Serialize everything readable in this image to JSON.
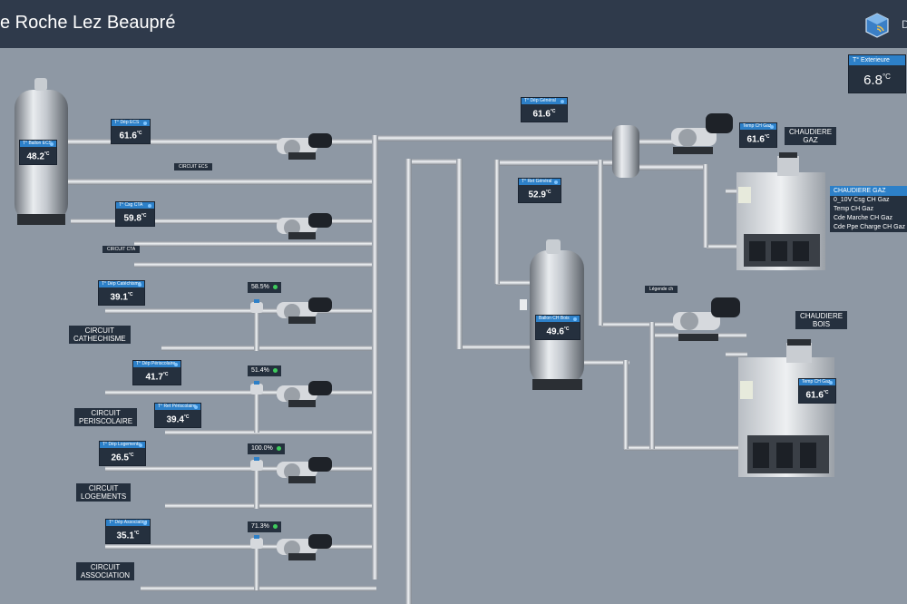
{
  "header": {
    "title": "e Roche Lez Beaupré",
    "edge_glyph": "D"
  },
  "exterior": {
    "label": "T° Exterieure",
    "value": "6.8",
    "unit": "°C"
  },
  "sensors": [
    {
      "name": "sensor-ballon-ecs",
      "label": "T° Ballon ECS",
      "value": "48.2",
      "unit": "°C"
    },
    {
      "name": "sensor-depart-ecs",
      "label": "T° Dép ECS",
      "value": "61.6",
      "unit": "°C"
    },
    {
      "name": "sensor-consigne-cta",
      "label": "T° Csg CTA",
      "value": "59.8",
      "unit": "°C"
    },
    {
      "name": "sensor-depart-catechisme",
      "label": "T° Dép Catéchisme",
      "value": "39.1",
      "unit": "°C"
    },
    {
      "name": "sensor-depart-periscolaire",
      "label": "T° Dép Périscolaire",
      "value": "41.7",
      "unit": "°C"
    },
    {
      "name": "sensor-retour-periscolaire",
      "label": "T° Ret Périscolaire",
      "value": "39.4",
      "unit": "°C"
    },
    {
      "name": "sensor-depart-logements",
      "label": "T° Dép Logements",
      "value": "26.5",
      "unit": "°C"
    },
    {
      "name": "sensor-depart-association",
      "label": "T° Dép Association",
      "value": "35.1",
      "unit": "°C"
    },
    {
      "name": "sensor-depart-general",
      "label": "T° Dép Général",
      "value": "61.6",
      "unit": "°C"
    },
    {
      "name": "sensor-retour-general",
      "label": "T° Ret Général",
      "value": "52.9",
      "unit": "°C"
    },
    {
      "name": "sensor-ballon-ch-bois",
      "label": "Ballon CH Bois",
      "value": "49.6",
      "unit": "°C"
    },
    {
      "name": "sensor-temp-ch-gaz",
      "label": "Temp CH Gaz",
      "value": "61.6",
      "unit": "°C"
    },
    {
      "name": "sensor-temp-ch-gaz-bois",
      "label": "Temp CH Gaz",
      "value": "61.6",
      "unit": "°C"
    }
  ],
  "valves": [
    {
      "name": "valve-catechisme",
      "value": "58.5",
      "unit": "%"
    },
    {
      "name": "valve-periscolaire",
      "value": "51.4",
      "unit": "%"
    },
    {
      "name": "valve-logements",
      "value": "100.0",
      "unit": "%"
    },
    {
      "name": "valve-association",
      "value": "71.3",
      "unit": "%"
    }
  ],
  "circuits": {
    "ecs": "CIRCUIT ECS",
    "cta": "CIRCUIT CTA",
    "catechisme": [
      "CIRCUIT",
      "CATHECHISME"
    ],
    "periscolaire": [
      "CIRCUIT",
      "PERISCOLAIRE"
    ],
    "logements": [
      "CIRCUIT",
      "LOGEMENTS"
    ],
    "association": [
      "CIRCUIT",
      "ASSOCIATION"
    ]
  },
  "legende": "Légende ch",
  "chaudiere_gaz_label": [
    "CHAUDIERE",
    "GAZ"
  ],
  "chaudiere_bois_label": [
    "CHAUDIERE",
    "BOIS"
  ],
  "gas_panel": {
    "title": "CHAUDIERE GAZ",
    "rows": [
      "0_10V Csg CH Gaz",
      "Temp CH Gaz",
      "Cde Marche CH Gaz",
      "Cde Ppe Charge CH Gaz"
    ]
  },
  "colors": {
    "background": "#8e98a4",
    "header": "#2f3a4b",
    "accent": "#2d80c8",
    "widget": "#25303e",
    "status_ok": "#3ecb5c"
  },
  "icons": [
    "app-logo-icon",
    "pump-icon",
    "valve-icon",
    "tank-icon",
    "boiler-icon",
    "status-dot-icon"
  ]
}
